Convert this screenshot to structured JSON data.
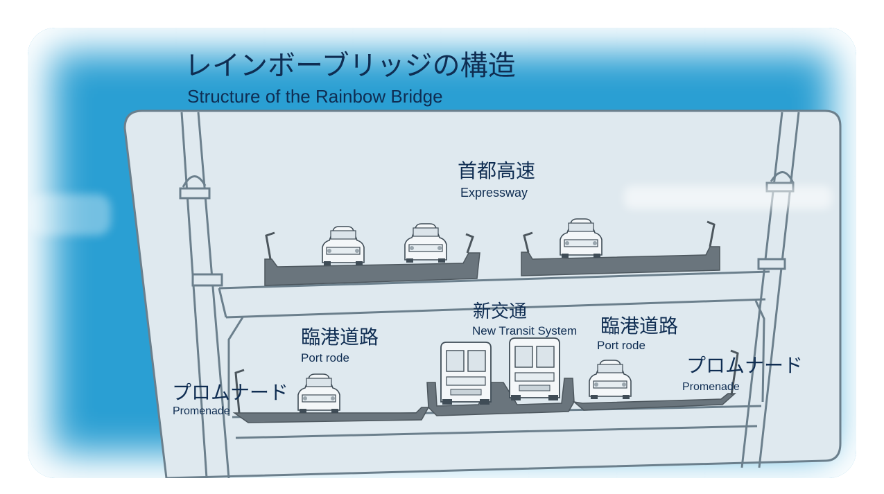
{
  "sign": {
    "title_jp": "レインボーブリッジの構造",
    "title_en": "Structure of the Rainbow Bridge"
  },
  "labels": {
    "expressway_jp": "首都高速",
    "expressway_en": "Expressway",
    "transit_jp": "新交通",
    "transit_en": "New Transit System",
    "port_road_left_jp": "臨港道路",
    "port_road_left_en": "Port rode",
    "port_road_right_jp": "臨港道路",
    "port_road_right_en": "Port rode",
    "promenade_left_jp": "プロムナード",
    "promenade_left_en": "Promenade",
    "promenade_right_jp": "プロムナード",
    "promenade_right_en": "Promenade"
  },
  "colors": {
    "sign_blue": "#2a9fd3",
    "panel": "#dfe9ef",
    "structure_line": "#6b7f8c",
    "deck": "#6a757d",
    "text": "#0f2d52"
  }
}
